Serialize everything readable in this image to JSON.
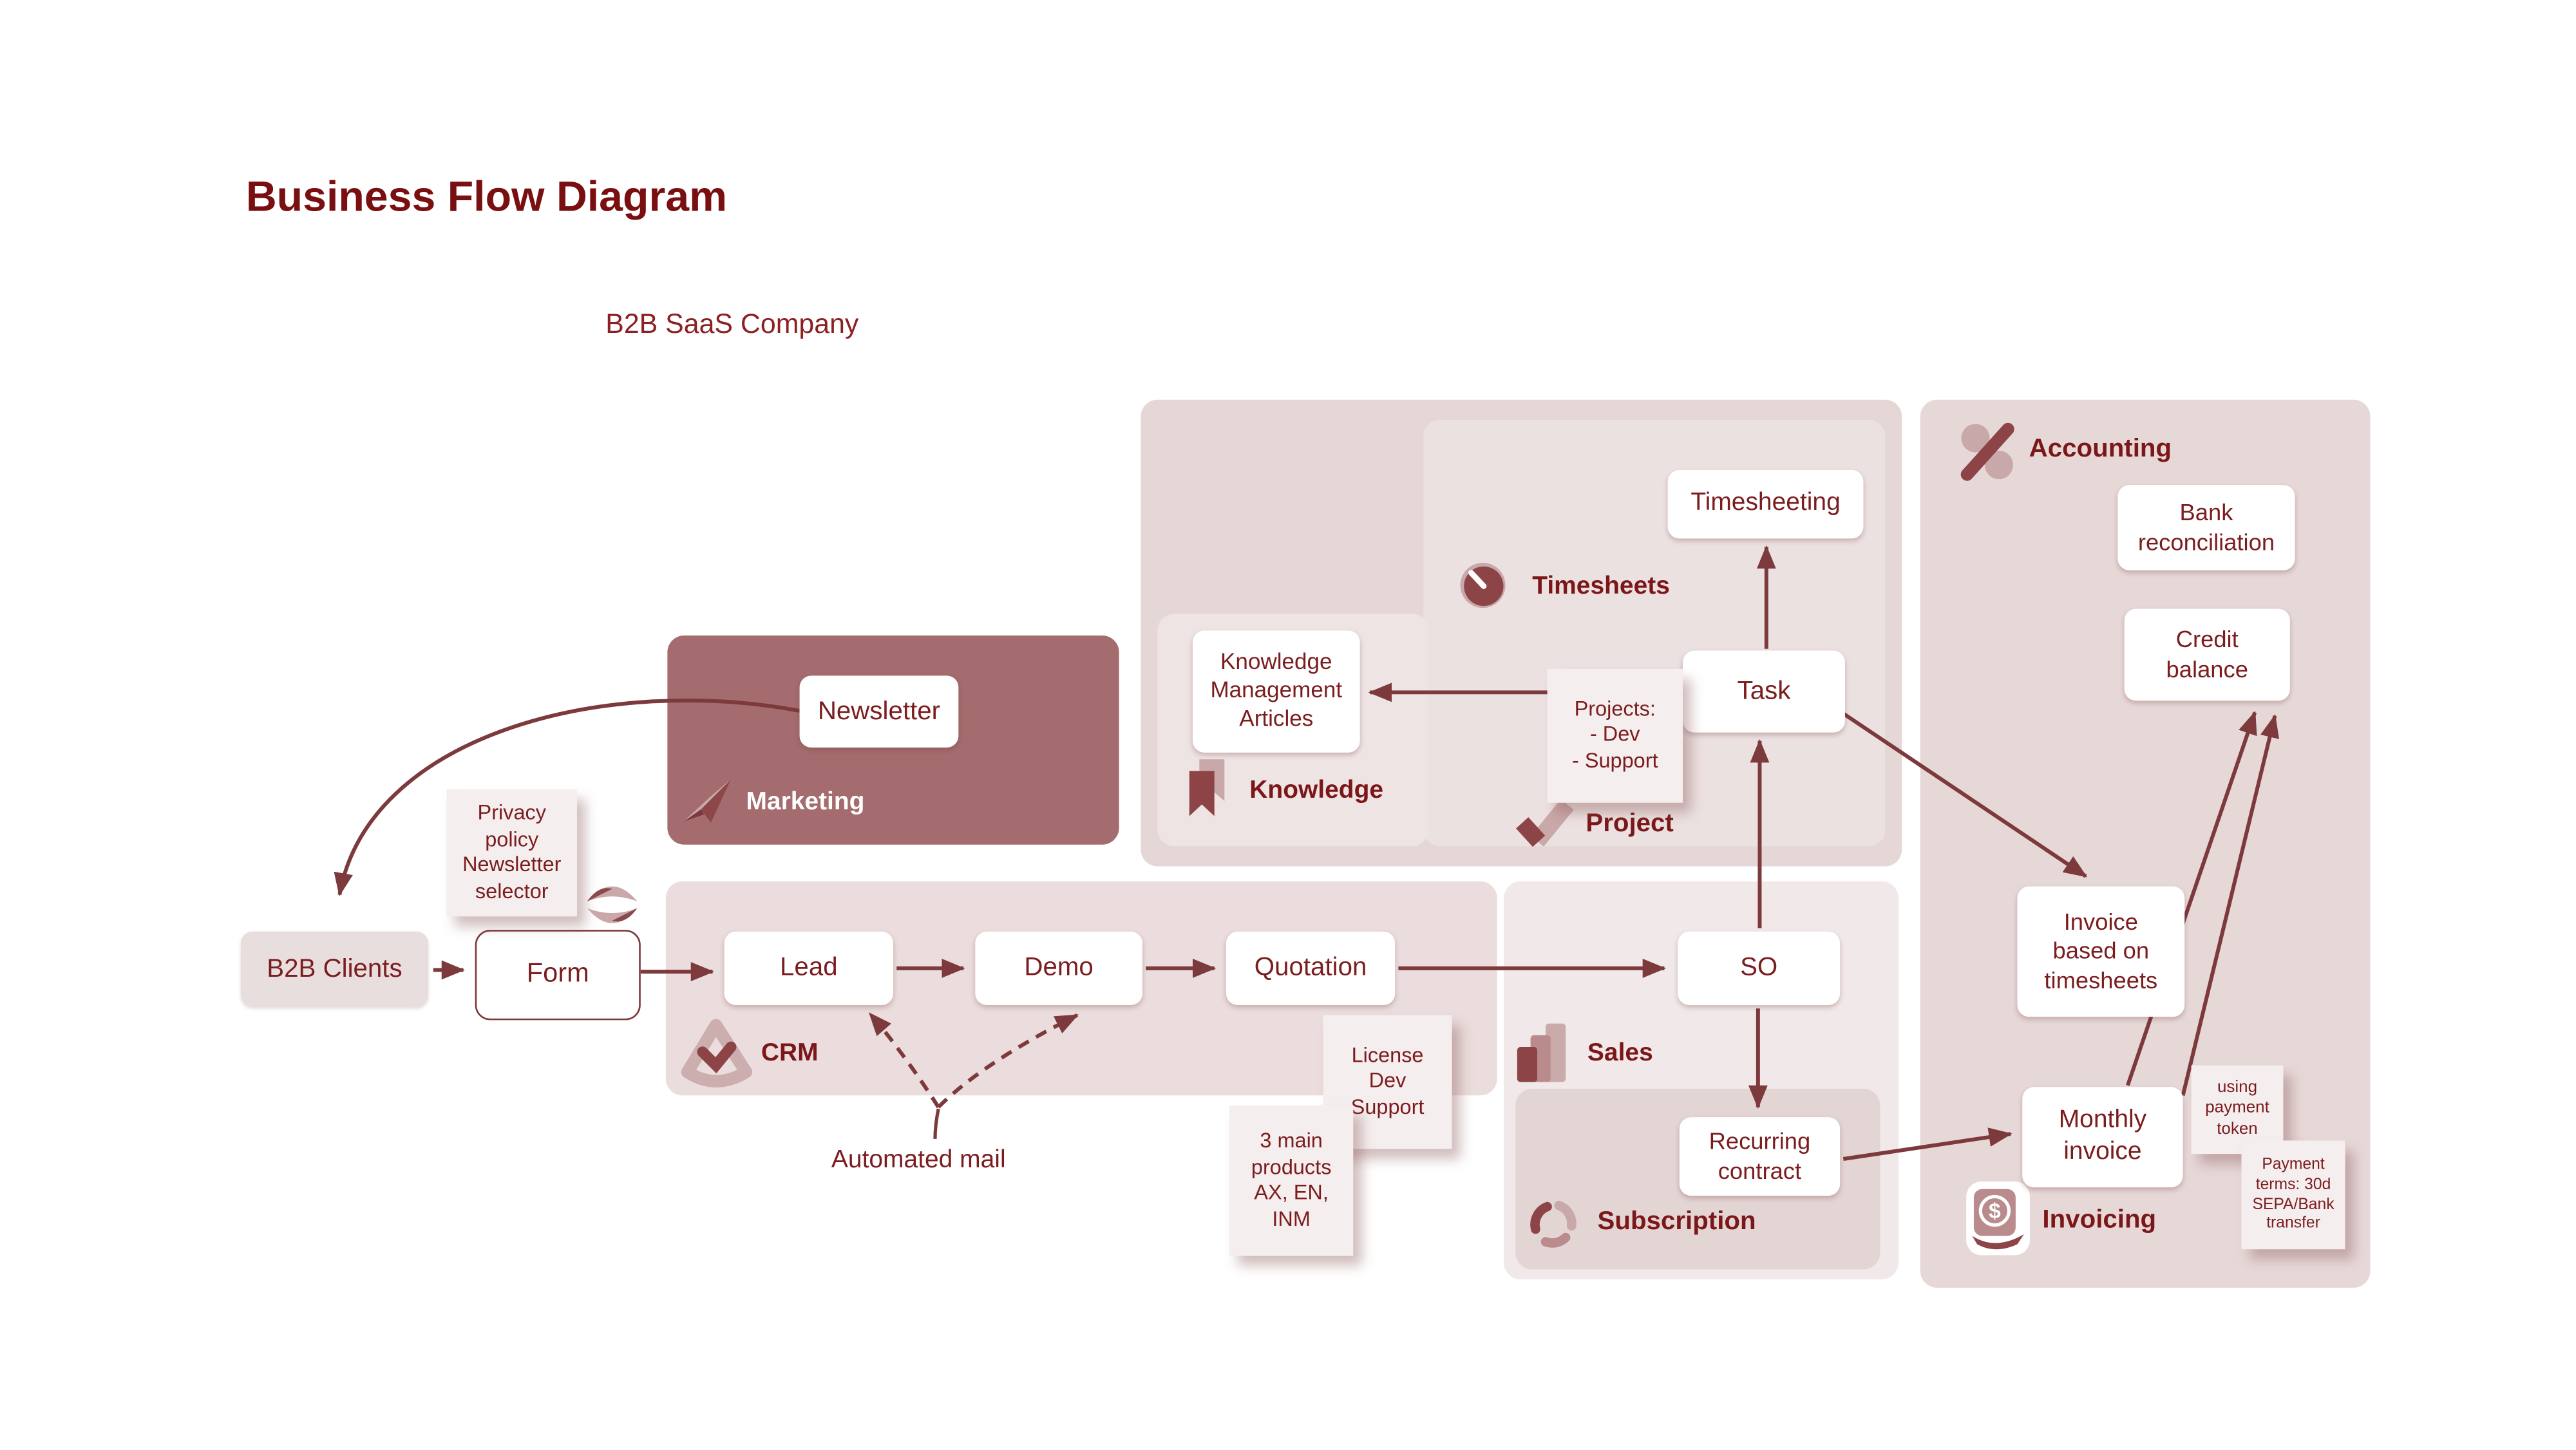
{
  "title": "Business Flow Diagram",
  "subtitle": "B2B SaaS Company",
  "colors": {
    "title_text": "#7a0f11",
    "body_text": "#7b1d1f",
    "label_text": "#7c1719",
    "arrow": "#7d3a3c",
    "panel_bg": "#e6d7d7",
    "panel_soft_bg": "#ece1e1",
    "knowledge_panel_bg": "#eee4e4",
    "crm_panel_bg": "#ebdddd",
    "sales_panel_bg": "#f1e9e9",
    "subscription_panel_bg": "#e4d5d5",
    "marketing_panel_bg": "#a46c6e",
    "accounting_panel_bg": "#e7d8d8",
    "note_bg": "#f5eeee",
    "card_bg": "#ffffff",
    "clients_bg": "#e9dede",
    "icon_dark": "#8d4446",
    "icon_light": "#c9a8a9"
  },
  "sections": {
    "operations": {
      "timesheets": "Timesheets",
      "knowledge": "Knowledge",
      "project": "Project"
    },
    "marketing": "Marketing",
    "crm": "CRM",
    "sales": "Sales",
    "subscription": "Subscription",
    "accounting": "Accounting",
    "invoicing": "Invoicing"
  },
  "nodes": {
    "newsletter": "Newsletter",
    "b2b_clients": "B2B Clients",
    "form": "Form",
    "lead": "Lead",
    "demo": "Demo",
    "quotation": "Quotation",
    "so": "SO",
    "recurring_contract": "Recurring\ncontract",
    "task": "Task",
    "timesheeting": "Timesheeting",
    "km_articles": "Knowledge\nManagement\nArticles",
    "bank_reconciliation": "Bank\nreconciliation",
    "credit_balance": "Credit\nbalance",
    "invoice_timesheets": "Invoice\nbased on\ntimesheets",
    "monthly_invoice": "Monthly\ninvoice"
  },
  "notes": {
    "privacy": "Privacy\npolicy\nNewsletter\nselector",
    "projects": "Projects:\n- Dev\n- Support",
    "license": "License\nDev\nSupport",
    "products": "3 main\nproducts\nAX, EN,\nINM",
    "payment_token": "using\npayment\ntoken",
    "payment_terms": "Payment\nterms: 30d\nSEPA/Bank\ntransfer"
  },
  "labels": {
    "automated_mail": "Automated mail"
  },
  "icons": {
    "marketing": "paper-plane-icon",
    "timesheets": "stopwatch-icon",
    "knowledge": "bookmark-icon",
    "project": "check-icon",
    "crm": "crm-badge-icon",
    "sales": "bar-chart-icon",
    "subscription": "circular-arrows-icon",
    "accounting": "percent-icon",
    "invoicing": "dollar-laptop-icon",
    "form": "orbit-leaves-icon"
  }
}
